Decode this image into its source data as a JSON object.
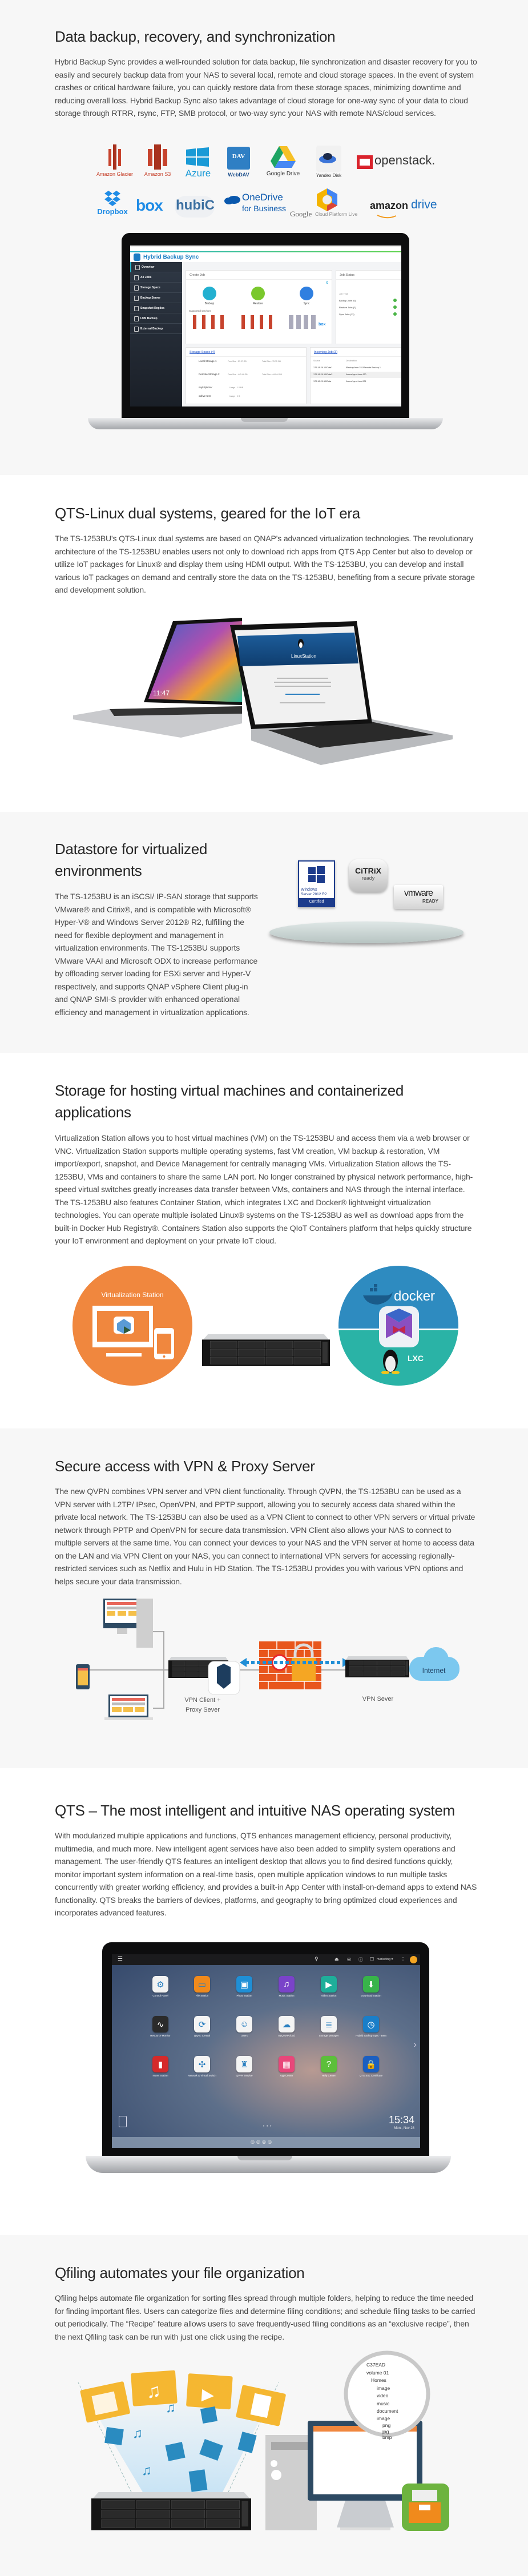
{
  "colors": {
    "section_gray": "#f7f7f7",
    "title": "#262626",
    "text": "#4a4a4a",
    "orange": "#f0873e",
    "docker_blue": "#2e8bc0",
    "lxc_teal": "#2ab3a6",
    "firewall": "#e8561c"
  },
  "backup": {
    "title": "Data backup, recovery, and synchronization",
    "body": "Hybrid Backup Sync provides a well-rounded solution for data backup, file synchronization and disaster recovery for you to easily and securely backup data from your NAS to several local, remote and cloud storage spaces. In the event of system crashes or critical hardware failure, you can quickly restore data from these storage spaces, minimizing downtime and reducing overall loss. Hybrid Backup Sync also takes advantage of cloud storage for one-way sync of your data to cloud storage through RTRR, rsync, FTP, SMB protocol, or two-way sync your NAS with remote NAS/cloud services.",
    "logos": {
      "glacier": "Amazon Glacier",
      "s3": "Amazon S3",
      "azure": "Azure",
      "webdav": "WebDAV",
      "dav": "DAV",
      "gdrive": "Google Drive",
      "yandex": "Yandex Disk",
      "openstack": "openstack.",
      "dropbox": "Dropbox",
      "box": "box",
      "hubic": "hubiC",
      "onedrive1": "OneDrive",
      "onedrive2": "for Business",
      "gcloud1": "Google",
      "gcloud2": "Cloud Platform Live",
      "amazon1": "amazon",
      "amazon2": "drive"
    },
    "hbs": {
      "app_title": "Hybrid Backup Sync",
      "sidebar": [
        "Overview",
        "All Jobs",
        "Storage Space",
        "Backup Server",
        "Snapshot Replica",
        "LUN Backup",
        "External Backup"
      ],
      "create_job": "Create Job",
      "job_count": "0",
      "actions": [
        "Backup",
        "Restore",
        "Sync"
      ],
      "supported": "Supported services",
      "box_label": "box",
      "job_status": "Job Status",
      "job_type": "Job Type",
      "jobs": [
        "Backup Jobs (6)",
        "Restore Jobs (2)",
        "Sync Jobs (13)"
      ],
      "storage_title": "Storage Space (4)",
      "storage": [
        {
          "name": "Local Storage 1",
          "free": "Free Size : 57.37 GB",
          "total": "Total Size : 75.75 GB"
        },
        {
          "name": "Remote Storage 2",
          "free": "Free Size : 443.44 GB",
          "total": "Total Size : 444.44 GB"
        },
        {
          "name": "my53photo/",
          "free": "Usage : 1.0 MB",
          "total": ""
        },
        {
          "name": "odrive test",
          "free": "Usage : 0 B",
          "total": ""
        }
      ],
      "incoming_title": "Incoming Job (3)",
      "source": "Source",
      "destination": "Destination",
      "incoming": [
        {
          "src": "179.18.29.10/Data1",
          "dst": "/Backup from 231/Remote Backup 1"
        },
        {
          "src": "179.18.29.10/Data2",
          "dst": "/home/sync from 470"
        },
        {
          "src": "179.18.29.10/Data",
          "dst": "/home/sync from 671"
        }
      ]
    }
  },
  "linux": {
    "title": "QTS-Linux dual systems, geared for the IoT era",
    "body": "The TS-1253BU's QTS-Linux dual systems are based on QNAP's advanced virtualization technologies. The revolutionary architecture of the TS-1253BU enables users not only to download rich apps from QTS App Center but also to develop or utilize IoT packages for Linux® and display them using HDMI output. With the TS-1253BU, you can develop and install various IoT packages on demand and centrally store the data on the TS-1253BU, benefiting from a secure private storage and development solution.",
    "clock": "11:47",
    "linux_station": "LinuxStation"
  },
  "datastore": {
    "title_lines": [
      "Datastore for virtualized",
      "environments"
    ],
    "body": "The TS-1253BU is an iSCSI/ IP-SAN storage that supports VMware® and Citrix®, and is compatible with Microsoft® Hyper-V® and Windows Server 2012® R2, fulfilling the need for flexible deployment and management in virtualization environments. The TS-1253BU supports VMware VAAI and Microsoft ODX to increase performance by offloading server loading for ESXi server and Hyper-V respectively, and supports QNAP vSphere Client plug-in and QNAP SMI-S provider with enhanced operational efficiency and management in virtualization applications.",
    "badges": {
      "win1": "Windows",
      "win2": "Server 2012 R2",
      "win3": "Certified",
      "citrix": "CiTRiX",
      "citrix_ready": "ready",
      "vmware": "vmware",
      "vmware_ready": "READY"
    }
  },
  "vm": {
    "title_lines": [
      "Storage for hosting virtual machines and containerized",
      "applications"
    ],
    "body": "Virtualization Station allows you to host virtual machines (VM) on the TS-1253BU and access them via a web browser or VNC. Virtualization Station supports multiple operating systems, fast VM creation, VM backup & restoration, VM import/export, snapshot, and Device Management for centrally managing VMs. Virtualization Station allows the TS-1253BU, VMs and containers to share the same LAN port. No longer constrained by physical network performance, high-speed virtual switches greatly increases data transfer between VMs, containers and NAS through the internal interface. The TS-1253BU also features Container Station, which integrates LXC and Docker® lightweight virtualization technologies. You can operate multiple isolated Linux® systems on the TS-1253BU as well as download apps from the built-in Docker Hub Registry®. Containers Station also supports the QIoT Containers platform that helps quickly structure your IoT environment and deployment on your private IoT cloud.",
    "virt_station": "Virtualization Station",
    "docker": "docker",
    "lxc": "LXC"
  },
  "vpn": {
    "title": "Secure access with VPN & Proxy Server",
    "body": "The new QVPN combines VPN server and VPN client functionality. Through QVPN, the TS-1253BU can be used as a VPN server with L2TP/ IPsec, OpenVPN, and PPTP support, allowing you to securely access data shared within the private local network. The TS-1253BU can also be used as a VPN Client to connect to other VPN servers or virtual private network through PPTP and OpenVPN for secure data transmission. VPN Client also allows your NAS to connect to multiple servers at the same time. You can connect your devices to your NAS and the VPN server at home to access data on the LAN and via VPN Client on your NAS, you can connect to international VPN servers for accessing regionally-restricted services such as Netflix and Hulu in HD Station. The TS-1253BU provides you with various VPN options and helps secure your data transmission.",
    "client_label_1": "VPN Client +",
    "client_label_2": "Proxy Sever",
    "server_label": "VPN Sever",
    "internet": "Internet"
  },
  "qts": {
    "title": "QTS – The most intelligent and intuitive NAS operating system",
    "body": "With modularized multiple applications and functions, QTS enhances management efficiency, personal productivity, multimedia, and much more. New intelligent agent services have also been added to simplify system operations and management. The user-friendly QTS features an intelligent desktop that allows you to find desired functions quickly, monitor important system information on a real-time basis, open multiple application windows to run multiple tasks concurrently with greater working efficiency, and provides a built-in App Center with install-on-demand apps to extend NAS functionality. QTS breaks the barriers of devices, platforms, and geography to bring optimized cloud experiences and incorporates advanced features.",
    "user": "marketing ▾",
    "time": "15:34",
    "date": "Mon., Nov 28",
    "apps": [
      {
        "label": "Control Panel",
        "icon": "gear-icon",
        "glyph": "⚙",
        "color": "#f2f2f2"
      },
      {
        "label": "File Station",
        "icon": "folder-icon",
        "glyph": "▭",
        "color": "#f08a1c"
      },
      {
        "label": "Photo Station",
        "icon": "photo-icon",
        "glyph": "▣",
        "color": "#1f8fd6"
      },
      {
        "label": "Music Station",
        "icon": "music-icon",
        "glyph": "♫",
        "color": "#7a43c9"
      },
      {
        "label": "Video Station",
        "icon": "video-icon",
        "glyph": "▶",
        "color": "#1fae9a"
      },
      {
        "label": "Download Station",
        "icon": "download-icon",
        "glyph": "⬇",
        "color": "#38b44a"
      },
      {
        "label": "Resource Monitor",
        "icon": "monitor-graph-icon",
        "glyph": "∿",
        "color": "#2b2b2b"
      },
      {
        "label": "Qsync Central",
        "icon": "sync-icon",
        "glyph": "⟳",
        "color": "#f4f4f4"
      },
      {
        "label": "Users",
        "icon": "user-icon",
        "glyph": "☺",
        "color": "#f4f4f4"
      },
      {
        "label": "myQNAPcloud",
        "icon": "cloud-icon",
        "glyph": "☁",
        "color": "#f4f4f4"
      },
      {
        "label": "Storage Manager",
        "icon": "database-icon",
        "glyph": "≣",
        "color": "#f4f4f4"
      },
      {
        "label": "Hybrid Backup Sync - Beta",
        "icon": "backup-clock-icon",
        "glyph": "◷",
        "color": "#1a7ec8"
      },
      {
        "label": "Notes Station",
        "icon": "notes-icon",
        "glyph": "▮",
        "color": "#d52a2a"
      },
      {
        "label": "Network & Virtual Switch",
        "icon": "network-icon",
        "glyph": "✣",
        "color": "#f4f4f4"
      },
      {
        "label": "QVPN Service",
        "icon": "vpn-icon",
        "glyph": "♜",
        "color": "#f4f4f4"
      },
      {
        "label": "App Center",
        "icon": "app-grid-icon",
        "glyph": "▦",
        "color": "#e8477a"
      },
      {
        "label": "Help Center",
        "icon": "help-icon",
        "glyph": "?",
        "color": "#5cbf3a"
      },
      {
        "label": "QTS SSL Certificate",
        "icon": "shield-icon",
        "glyph": "🔒",
        "color": "#1b5fc0"
      }
    ]
  },
  "qfiling": {
    "title": "Qfiling automates your file organization",
    "body": "Qfiling helps automate file organization for sorting files spread through multiple folders, helping to reduce the time needed for finding important files. Users can categorize files and determine filing conditions; and schedule filing tasks to be carried out periodically. The “Recipe” feature allows users to save frequently-used filing conditions as an “exclusive recipe”, then the next Qfiling task can be run with just one click using the recipe.",
    "tree": [
      "C37EAD",
      "volume 01",
      "Homes",
      "image",
      "video",
      "music",
      "document",
      "image",
      "png",
      "jpg",
      "bmp"
    ]
  }
}
